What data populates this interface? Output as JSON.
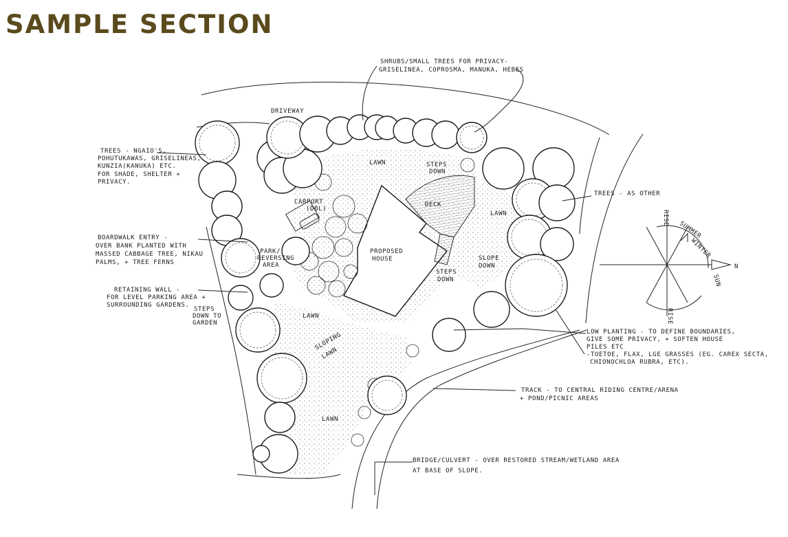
{
  "title": "SAMPLE SECTION",
  "colors": {
    "title": "#5a4a1c",
    "ink": "#1a1a1a",
    "paper": "#ffffff"
  },
  "labels": {
    "driveway": "DRIVEWAY",
    "carport": "CARPORT",
    "carport_sub": "(DBL)",
    "lawn": "LAWN",
    "steps_down": "STEPS",
    "steps_down_2": "DOWN",
    "deck": "DECK",
    "proposed_house_1": "PROPOSED",
    "proposed_house_2": "HOUSE",
    "slope_down_1": "SLOPE",
    "slope_down_2": "DOWN",
    "steps_to_garden_1": "STEPS",
    "steps_to_garden_2": "DOWN TO",
    "steps_to_garden_3": "GARDEN",
    "parking_1": "PARK/",
    "parking_2": "REVERSING",
    "parking_3": "AREA",
    "sloping_lawn_1": "SLOPING",
    "sloping_lawn_2": "LAWN"
  },
  "annotations": {
    "shrubs_1": "SHRUBS/SMALL TREES FOR PRIVACY-",
    "shrubs_2": "GRISELINEA, COPROSMA, MANUKA, HEBES",
    "trees_1": "TREES - NGAIO'S,",
    "trees_2": "POHUTUKAWAS, GRISELINEAS,",
    "trees_3": "KUNZIA(KANUKA) ETC.",
    "trees_4": "FOR SHADE, SHELTER +",
    "trees_5": "PRIVACY.",
    "trees_other": "TREES - AS OTHER",
    "boardwalk_1": "BOARDWALK ENTRY -",
    "boardwalk_2": "OVER BANK PLANTED WITH",
    "boardwalk_3": "MASSED CABBAGE TREE, NIKAU",
    "boardwalk_4": "PALMS, + TREE FERNS",
    "retaining_1": "RETAINING WALL -",
    "retaining_2": "FOR LEVEL PARKING AREA +",
    "retaining_3": "SURROUNDING GARDENS.",
    "low_planting_1": "LOW PLANTING - TO DEFINE BOUNDARIES,",
    "low_planting_2": "GIVE SOME PRIVACY, + SOFTEN HOUSE",
    "low_planting_3": "PILES ETC",
    "low_planting_4": "-TOETOE, FLAX, LGE GRASSES (EG. CAREX SECTA,",
    "low_planting_5": "CHIONOCHLOA RUBRA, ETC).",
    "track_1": "TRACK - TO CENTRAL RIDING CENTRE/ARENA",
    "track_2": "+ POND/PICNIC AREAS",
    "bridge_1": "BRIDGE/CULVERT - OVER RESTORED STREAM/WETLAND AREA",
    "bridge_2": "AT BASE OF SLOPE."
  },
  "compass": {
    "north": "N",
    "summer": "SUMMER",
    "winter": "WINTER",
    "sun": "SUN",
    "rise": "RISE"
  }
}
